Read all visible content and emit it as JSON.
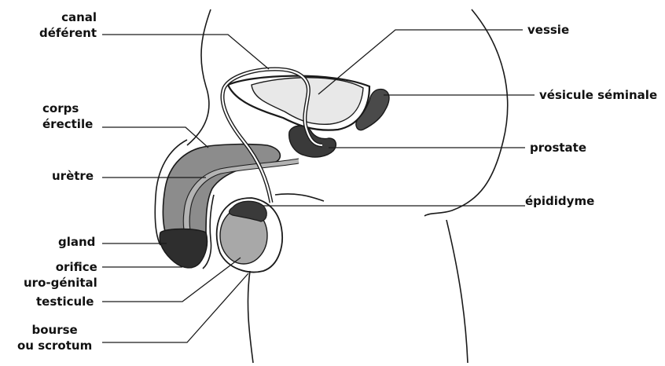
{
  "labels": {
    "canal_deferent": [
      "canal",
      "déférent"
    ],
    "corps_erectile": [
      "corps",
      "érectile"
    ],
    "uretre": "urètre",
    "gland": "gland",
    "orifice": [
      "orifice",
      "uro-génital"
    ],
    "testicule": "testicule",
    "bourse": [
      "bourse",
      "ou scrotum"
    ],
    "vessie": "vessie",
    "vesicule": "vésicule séminale",
    "prostate": "prostate",
    "epididyme": "épididyme"
  },
  "colors": {
    "outline": "#1a1a1a",
    "bladder_fill": "#e8e8e8",
    "dark_organ": "#3a3a3a",
    "mid_gray": "#8c8c8c",
    "light_gray": "#b4b4b4",
    "testis": "#a8a8a8",
    "background": "#ffffff"
  }
}
